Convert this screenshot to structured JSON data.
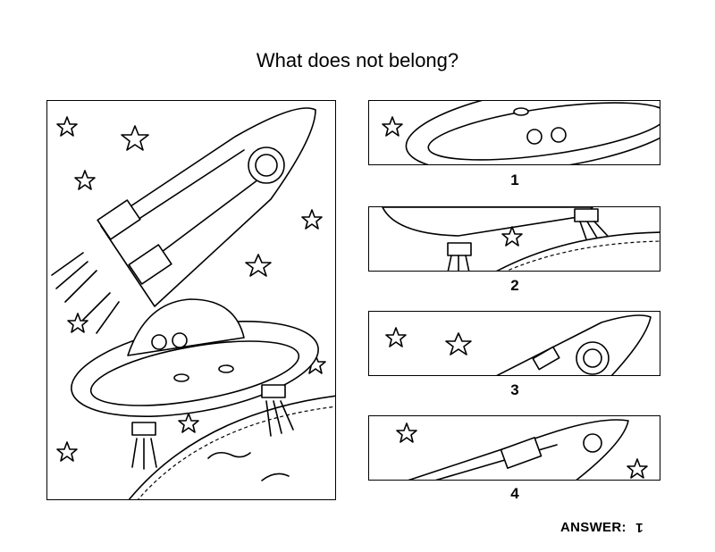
{
  "puzzle": {
    "question": "What does not belong?",
    "strip_numbers": [
      "1",
      "2",
      "3",
      "4"
    ],
    "answer_label": "ANSWER:",
    "answer_value": "1"
  }
}
